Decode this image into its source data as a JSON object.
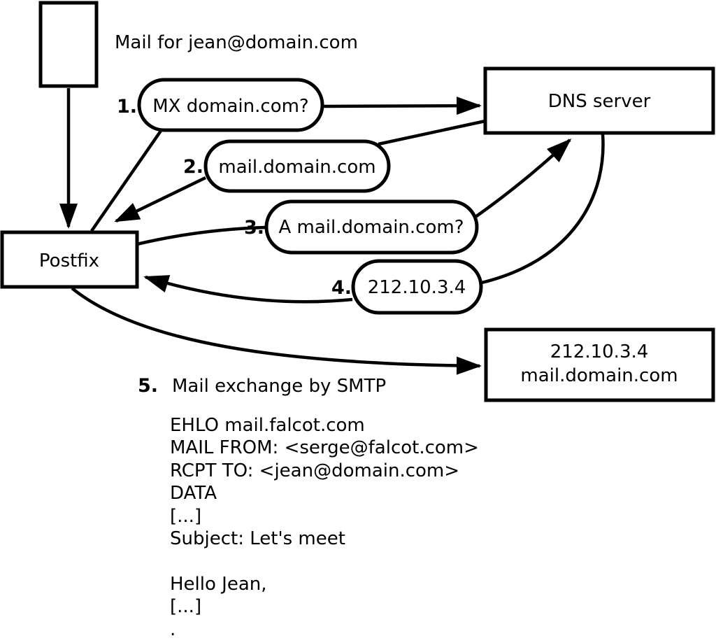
{
  "diagram": {
    "title": "Mail for jean@domain.com",
    "nodes": {
      "postfix": {
        "label": "Postfix"
      },
      "dns": {
        "label": "DNS server"
      },
      "destination": {
        "line1": "212.10.3.4",
        "line2": "mail.domain.com"
      }
    },
    "steps": [
      {
        "number": "1.",
        "label": "MX domain.com?"
      },
      {
        "number": "2.",
        "label": "mail.domain.com"
      },
      {
        "number": "3.",
        "label": "A mail.domain.com?"
      },
      {
        "number": "4.",
        "label": "212.10.3.4"
      },
      {
        "number": "5.",
        "label": "Mail exchange by SMTP"
      }
    ],
    "smtp_transcript": [
      "EHLO mail.falcot.com",
      "MAIL FROM: <serge@falcot.com>",
      "RCPT TO: <jean@domain.com>",
      "DATA",
      "[...]",
      "Subject: Let's meet",
      "",
      "Hello Jean,",
      "[...]",
      "."
    ],
    "colors": {
      "stroke": "#000000",
      "background": "#ffffff"
    }
  }
}
